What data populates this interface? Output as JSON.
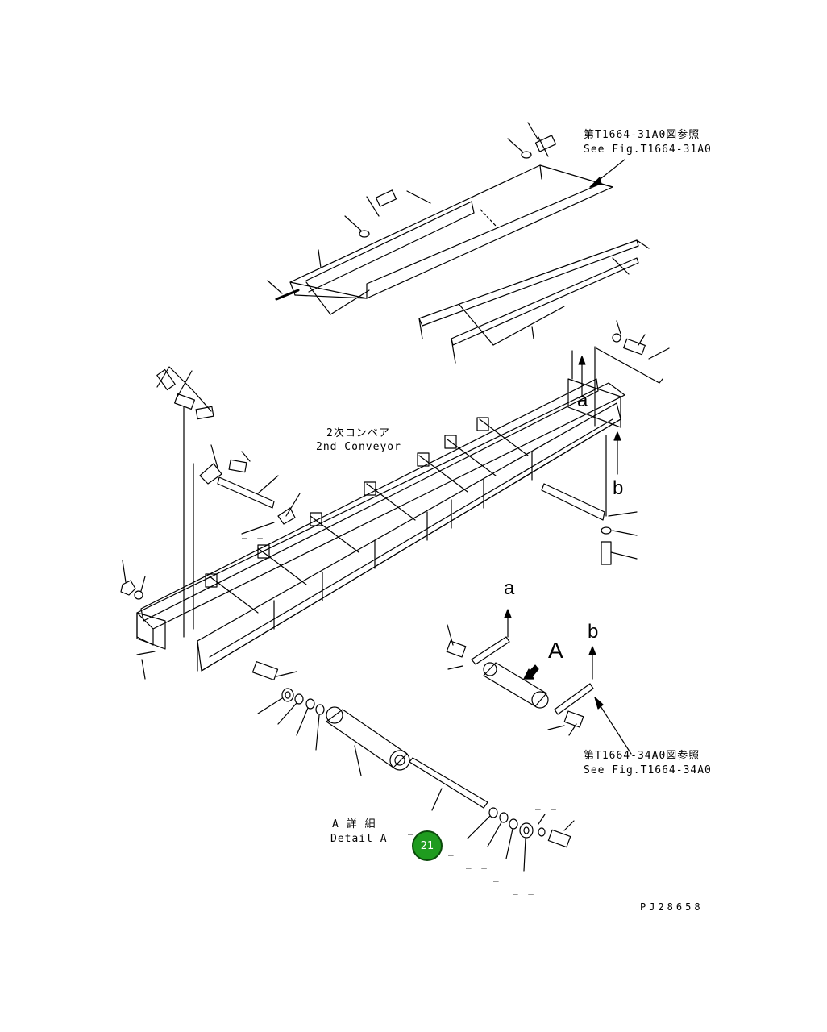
{
  "references": {
    "top": {
      "jp": "第T1664-31A0図参照",
      "en": "See Fig.T1664-31A0"
    },
    "bottom": {
      "jp": "第T1664-34A0図参照",
      "en": "See Fig.T1664-34A0"
    }
  },
  "assembly_label": {
    "jp": "2次コンベア",
    "en": "2nd Conveyor"
  },
  "detail_label": {
    "jp": "A 詳 細",
    "en": "Detail A"
  },
  "view_letters": {
    "a_top": "a",
    "b_top": "b",
    "a_detail": "a",
    "b_detail": "b",
    "A": "A"
  },
  "callout_badge": {
    "number": "21",
    "color": "#1f9b1f"
  },
  "drawing_code": "PJ28658",
  "dash_marks": [
    "_ _",
    "_ _",
    "_ _",
    "_ _",
    "_ _",
    "_",
    "_",
    "_"
  ]
}
